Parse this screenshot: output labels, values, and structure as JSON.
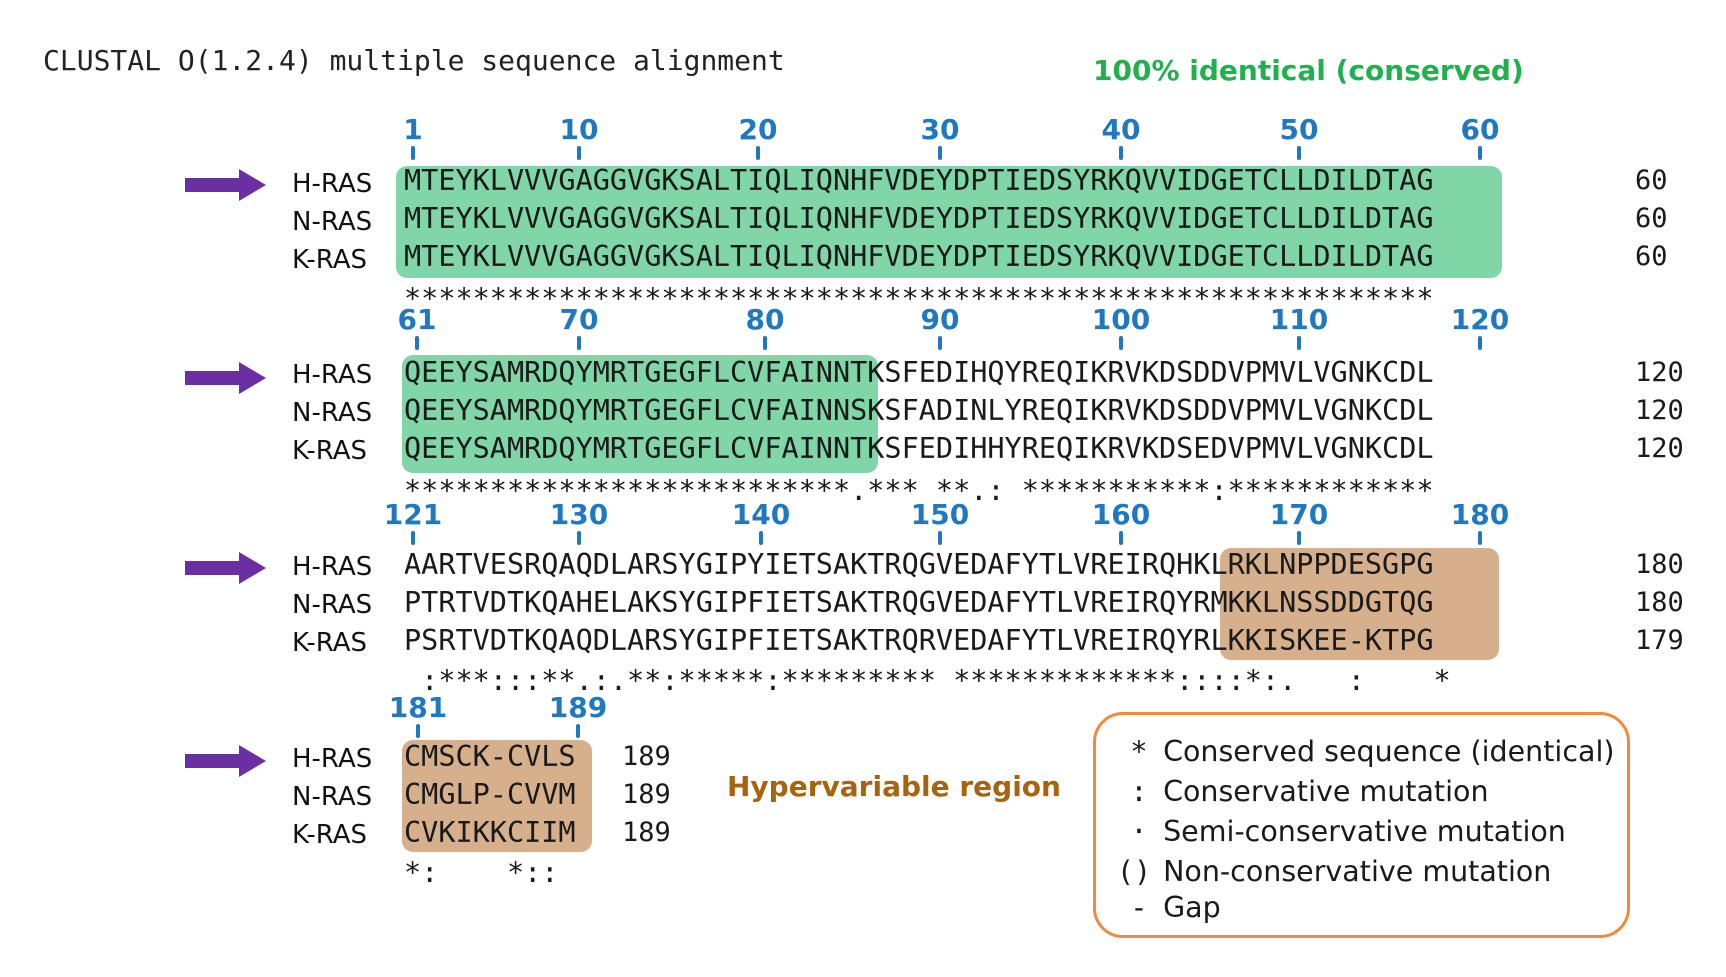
{
  "title": "CLUSTAL O(1.2.4) multiple sequence alignment",
  "identical_label": "100% identical (conserved)",
  "hypervariable_label": "Hypervariable region",
  "colors": {
    "conserved_highlight": "#80d6a6",
    "hypervariable_highlight": "#d6b08c",
    "identical_label": "#20b04e",
    "hypervariable_label": "#a6640f",
    "ruler": "#1f78c0",
    "arrow": "#6b2fa3",
    "legend_border": "#f08a3c"
  },
  "arrow_icon": "right-arrow-icon",
  "names": [
    "H-RAS",
    "N-RAS",
    "K-RAS"
  ],
  "blocks": [
    {
      "ruler": [
        "1",
        "10",
        "20",
        "30",
        "40",
        "50",
        "60"
      ],
      "rows": [
        {
          "name": "H-RAS",
          "seq": "MTEYKLVVVGAGGVGKSALTIQLIQNHFVDEYDPTIEDSYRKQVVIDGETCLLDILDTAG",
          "end": "60"
        },
        {
          "name": "N-RAS",
          "seq": "MTEYKLVVVGAGGVGKSALTIQLIQNHFVDEYDPTIEDSYRKQVVIDGETCLLDILDTAG",
          "end": "60"
        },
        {
          "name": "K-RAS",
          "seq": "MTEYKLVVVGAGGVGKSALTIQLIQNHFVDEYDPTIEDSYRKQVVIDGETCLLDILDTAG",
          "end": "60"
        }
      ],
      "consensus": "************************************************************"
    },
    {
      "ruler": [
        "61",
        "70",
        "80",
        "90",
        "100",
        "110",
        "120"
      ],
      "rows": [
        {
          "name": "H-RAS",
          "seq": "QEEYSAMRDQYMRTGEGFLCVFAINNTKSFEDIHQYREQIKRVKDSDDVPMVLVGNKCDL",
          "end": "120"
        },
        {
          "name": "N-RAS",
          "seq": "QEEYSAMRDQYMRTGEGFLCVFAINNSKSFADINLYREQIKRVKDSDDVPMVLVGNKCDL",
          "end": "120"
        },
        {
          "name": "K-RAS",
          "seq": "QEEYSAMRDQYMRTGEGFLCVFAINNTKSFEDIHHYREQIKRVKDSEDVPMVLVGNKCDL",
          "end": "120"
        }
      ],
      "consensus": "**************************.*** **.: ***********:************"
    },
    {
      "ruler": [
        "121",
        "130",
        "140",
        "150",
        "160",
        "170",
        "180"
      ],
      "rows": [
        {
          "name": "H-RAS",
          "seq": "AARTVESRQAQDLARSYGIPYIETSAKTRQGVEDAFYTLVREIRQHKLRKLNPPDESGPG",
          "end": "180"
        },
        {
          "name": "N-RAS",
          "seq": "PTRTVDTKQAHELAKSYGIPFIETSAKTRQGVEDAFYTLVREIRQYRMKKLNSSDDGTQG",
          "end": "180"
        },
        {
          "name": "K-RAS",
          "seq": "PSRTVDTKQAQDLARSYGIPFIETSAKTRQRVEDAFYTLVREIRQYRLKKISKEE-KTPG",
          "end": "179"
        }
      ],
      "consensus": " :***:::**.:.**:*****:********* *************::::*:.   :    *"
    },
    {
      "ruler": [
        "181",
        "189"
      ],
      "rows": [
        {
          "name": "H-RAS",
          "seq": "CMSCK-CVLS",
          "end": "189"
        },
        {
          "name": "N-RAS",
          "seq": "CMGLP-CVVM",
          "end": "189"
        },
        {
          "name": "K-RAS",
          "seq": "CVKIKKCIIM",
          "end": "189"
        }
      ],
      "consensus": "*:    *::"
    }
  ],
  "legend": [
    {
      "symbol": "*",
      "icon": "asterisk-icon",
      "text": "Conserved sequence (identical)"
    },
    {
      "symbol": ":",
      "icon": "colon-icon",
      "text": "Conservative mutation"
    },
    {
      "symbol": "·",
      "icon": "dot-icon",
      "text": "Semi-conservative mutation"
    },
    {
      "symbol": "()",
      "icon": "blank-icon",
      "text": "Non-conservative mutation"
    },
    {
      "symbol": "-",
      "icon": "dash-icon",
      "text": "Gap"
    }
  ]
}
